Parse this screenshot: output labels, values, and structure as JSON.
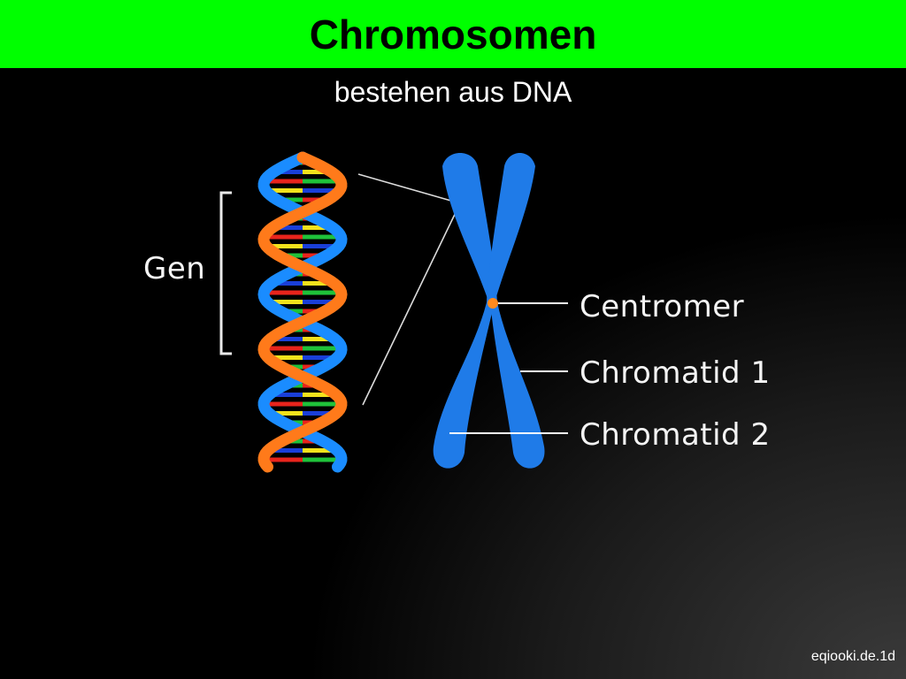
{
  "header": {
    "title": "Chromosomen"
  },
  "subtitle": "bestehen aus DNA",
  "labels": {
    "gen": "Gen",
    "centromer": "Centromer",
    "chromatid1": "Chromatid 1",
    "chromatid2": "Chromatid 2"
  },
  "footer": {
    "source": "eqiooki.de.1d"
  },
  "colors": {
    "header_bg": "#00ff00",
    "strand_orange": "#ff7a1a",
    "strand_blue": "#1a8cff",
    "chromosome": "#1f7be8",
    "centromere_dot": "#ff8a1e",
    "base_red": "#e8241c",
    "base_yellow": "#f2e21c",
    "base_green": "#1fc23a",
    "base_blue": "#1a3fd8"
  }
}
